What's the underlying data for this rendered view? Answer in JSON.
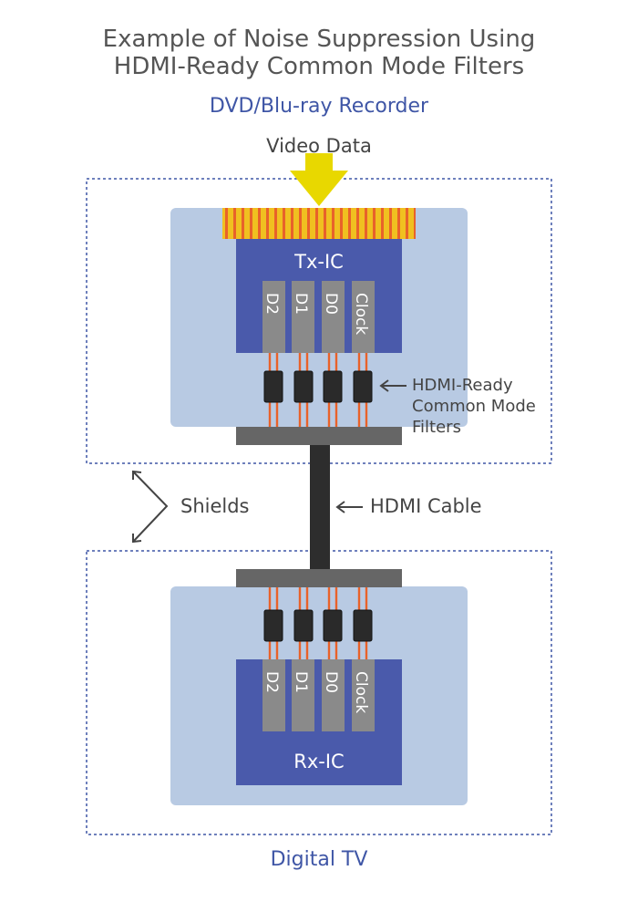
{
  "title": {
    "line1": "Example of Noise Suppression Using",
    "line2": "HDMI-Ready Common Mode Filters"
  },
  "source_label": "DVD/Blu-ray Recorder",
  "video_data_label": "Video Data",
  "tx_ic_label": "Tx-IC",
  "rx_ic_label": "Rx-IC",
  "channels": [
    "D2",
    "D1",
    "D0",
    "Clock"
  ],
  "filters_label": {
    "line1": "HDMI-Ready",
    "line2": "Common Mode",
    "line3": "Filters"
  },
  "shields_label": "Shields",
  "hdmi_cable_label": "HDMI Cable",
  "destination_label": "Digital TV",
  "colors": {
    "board": "#b8cae3",
    "ic": "#4a5aab",
    "channel": "#8a8a8a",
    "wire": "#e8622a",
    "filter": "#2a2a2a",
    "arrow": "#e8d800",
    "label_blue": "#3f56a6"
  }
}
